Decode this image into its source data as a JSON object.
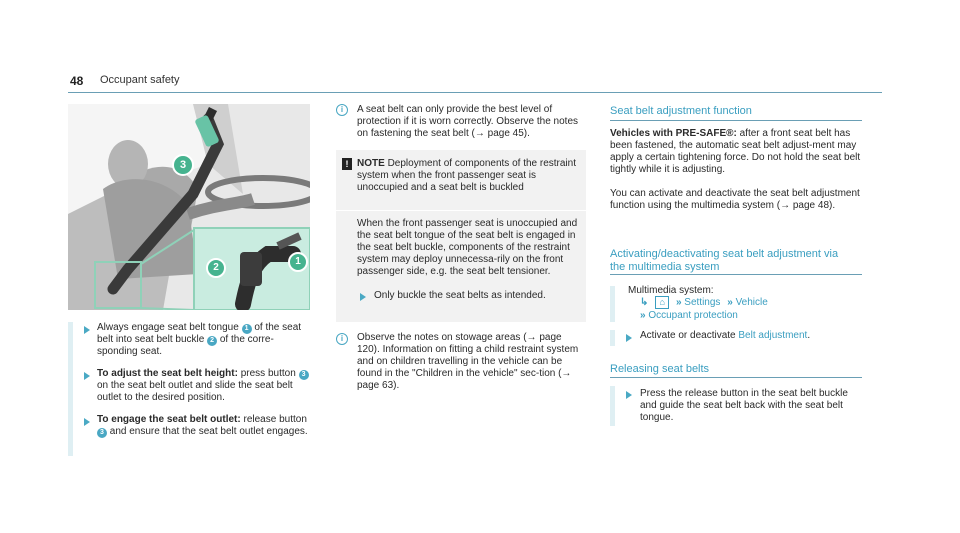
{
  "header": {
    "page_number": "48",
    "title": "Occupant safety"
  },
  "col1": {
    "step1": {
      "text_a": "Always engage seat belt tongue",
      "badge1": "1",
      "text_b": "of the seat belt into seat belt buckle",
      "badge2": "2",
      "text_c": "of the corre-sponding seat."
    },
    "step2": {
      "bold": "To adjust the seat belt height:",
      "text_a": "press button",
      "badge": "3",
      "text_b": "on the seat belt outlet and slide the seat belt outlet to the desired position."
    },
    "step3": {
      "bold": "To engage the seat belt outlet:",
      "text_a": "release button",
      "badge": "3",
      "text_b": "and ensure that the seat belt outlet engages."
    }
  },
  "figure": {
    "callout1": "1",
    "callout2": "2",
    "callout3": "3"
  },
  "col2": {
    "info1": "A seat belt can only provide the best level of protection if it is worn correctly. Observe the notes on fastening the seat belt (→ page 45).",
    "notice_label": "NOTE",
    "notice_text": "Deployment of components of the restraint system when the front passenger seat is unoccupied and a seat belt is buckled",
    "notice_body": "When the front passenger seat is unoccupied and the seat belt tongue of the seat belt is engaged in the seat belt buckle, components of the restraint system may deploy unnecessa-rily on the front passenger side, e.g. the seat belt tensioner.",
    "notice_step": "Only buckle the seat belts as intended.",
    "info2": "Observe the notes on stowage areas (→ page 120). Information on fitting a child restraint system and on children travelling in the vehicle can be found in the \"Children in the vehicle\" sec-tion (→ page 63)."
  },
  "col3": {
    "sec1_title": "Seat belt adjustment function",
    "sec1_bold": "Vehicles with PRE-SAFE®:",
    "sec1_text": "after a front seat belt has been fastened, the automatic seat belt adjust-ment may apply a certain tightening force. Do not hold the seat belt tightly while it is adjusting.",
    "sec1_text2": "You can activate and deactivate the seat belt adjustment function using the multimedia system (→ page 48).",
    "sec2_title_l1": "Activating/deactivating seat belt adjustment via",
    "sec2_title_l2": "the multimedia system",
    "sec2_label": "Multimedia system:",
    "menu_settings": "Settings",
    "menu_vehicle": "Vehicle",
    "menu_occupant": "Occupant protection",
    "sec2_step_a": "Activate or deactivate",
    "sec2_step_link": "Belt adjustment",
    "sec2_step_end": ".",
    "sec3_title": "Releasing seat belts",
    "sec3_step": "Press the release button in the seat belt buckle and guide the seat belt back with the seat belt tongue."
  }
}
